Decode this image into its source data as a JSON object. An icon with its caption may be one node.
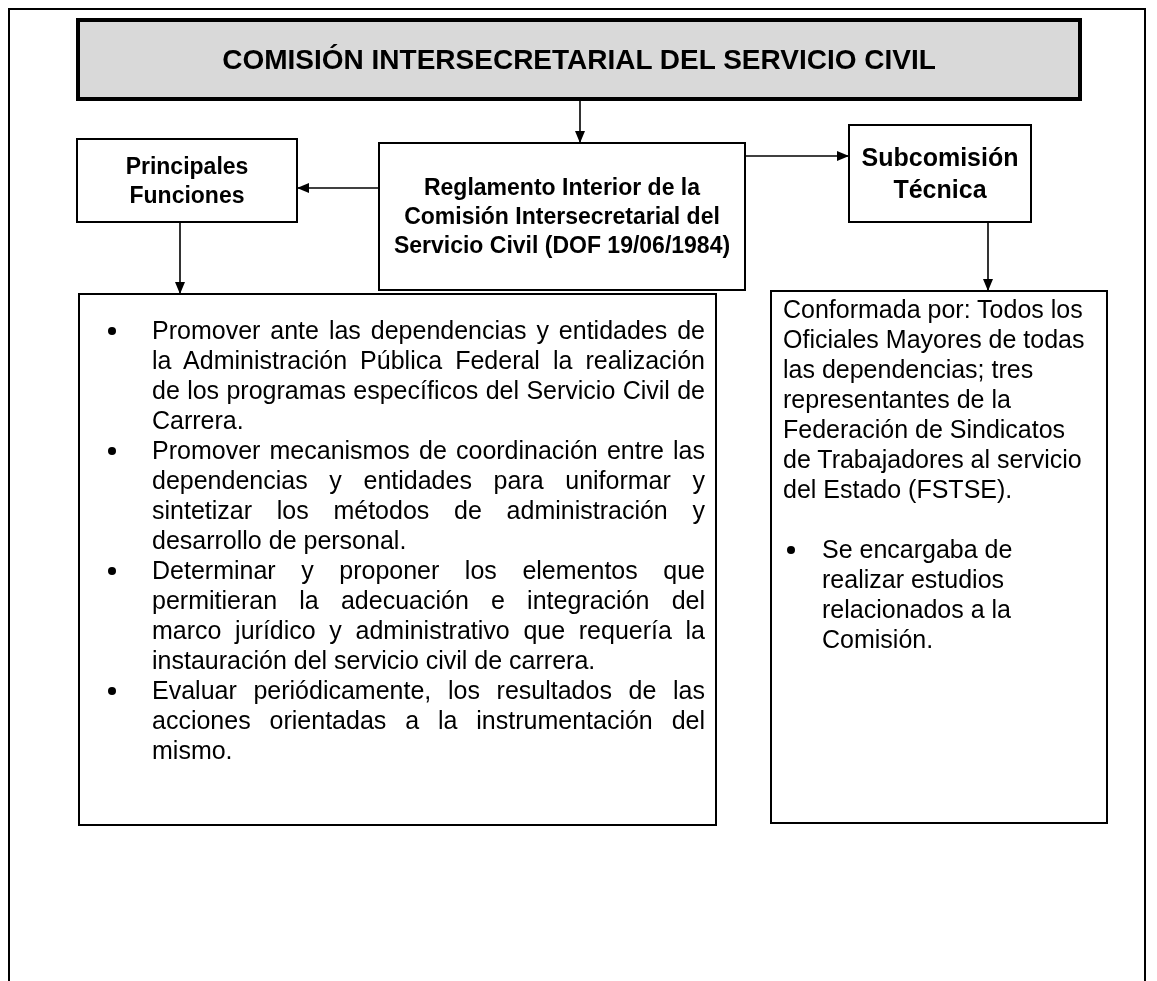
{
  "diagram": {
    "nodes": [
      {
        "text": [
          "COMISIÓN INTERSECRETARIAL DEL SERVICIO CIVIL"
        ]
      },
      {
        "text": [
          "Principales Funciones"
        ]
      },
      {
        "text": [
          "Reglamento Interior de la Comisión Intersecretarial del Servicio Civil (DOF 19/06/1984)"
        ]
      },
      {
        "text": [
          "Subcomisión Técnica"
        ]
      },
      {
        "text": [
          "Promover ante las dependencias y entidades de la Administración Pública Federal la realización de los programas específicos del Servicio Civil de Carrera.",
          "Promover mecanismos de coordinación entre las dependencias y entidades para uniformar y sintetizar los métodos de administración y desarrollo de personal.",
          "Determinar y proponer los elementos que permitieran la adecuación e integración del marco jurídico y administrativo que requería la instauración del servicio civil de carrera.",
          "Evaluar periódicamente, los resultados de las acciones orientadas a la instrumentación del mismo."
        ]
      },
      {
        "text": [
          "Conformada por: Todos los Oficiales Mayores de todas las dependencias; tres representantes de la Federación de Sindicatos de Trabajadores al servicio del Estado (FSTSE).",
          "Se encargaba de realizar estudios relacionados a la Comisión."
        ]
      }
    ],
    "edges": [
      {
        "from": 0,
        "to": 2,
        "arrow": "to"
      },
      {
        "from": 2,
        "to": 1,
        "arrow": "to"
      },
      {
        "from": 2,
        "to": 3,
        "arrow": "to"
      },
      {
        "from": 1,
        "to": 4,
        "arrow": "to"
      },
      {
        "from": 3,
        "to": 5,
        "arrow": "to"
      }
    ]
  }
}
